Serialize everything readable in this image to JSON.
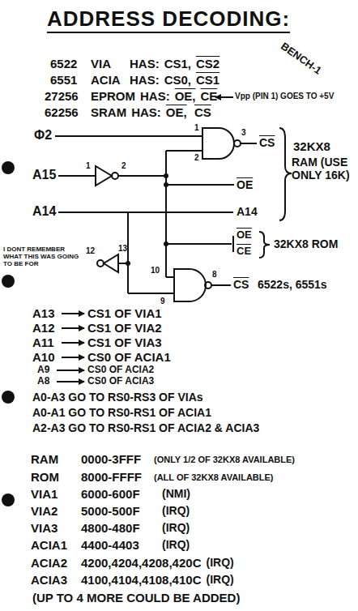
{
  "diagram": {
    "title": "ADDRESS DECODING:",
    "labels": [
      "6522",
      "VIA",
      "HAS:",
      "CS1,",
      "CS2",
      "6551",
      "ACIA",
      "HAS:",
      "CS0,",
      "CS1",
      "27256",
      "EPROM",
      "HAS:",
      "OE,",
      "CE",
      "Vpp (PIN 1) GOES TO +5V",
      "62256",
      "SRAM",
      "HAS:",
      "OE,",
      "CS",
      "BENCH-1",
      "Φ2",
      "A15",
      "A14",
      "1",
      "2",
      "1",
      "2",
      "3",
      "CS",
      "OE",
      "A14",
      "32KX8",
      "RAM (USE ONLY 16K)",
      "OE",
      "CE",
      "32KX8 ROM",
      "I DONT REMEMBER WHAT THIS WAS GOING TO BE FOR",
      "12",
      "13",
      "10",
      "9",
      "8",
      "CS",
      "6522s, 6551s",
      "A13",
      "CS1 OF VIA1",
      "A12",
      "CS1 OF VIA2",
      "A11",
      "CS1 OF VIA3",
      "A10",
      "CS0 OF ACIA1",
      "A9",
      "CS0 OF ACIA2",
      "A8",
      "CS0 OF ACIA3",
      "A0-A3 GO TO RS0-RS3 OF VIAs",
      "A0-A1 GO TO RS0-RS1 OF ACIA1",
      "A2-A3 GO TO RS0-RS1 OF ACIA2 & ACIA3",
      "RAM",
      "0000-3FFF",
      "(ONLY 1/2 OF 32KX8 AVAILABLE)",
      "ROM",
      "8000-FFFF",
      "(ALL OF 32KX8 AVAILABLE)",
      "VIA1",
      "6000-600F",
      "(NMI)",
      "VIA2",
      "5000-500F",
      "(IRQ)",
      "VIA3",
      "4800-480F",
      "(IRQ)",
      "ACIA1",
      "4400-4403",
      "(IRQ)",
      "ACIA2",
      "4200,4204,4208,420C",
      "(IRQ)",
      "ACIA3",
      "4100,4104,4108,410C",
      "(IRQ)",
      "(UP TO 4 MORE COULD BE ADDED)"
    ]
  }
}
